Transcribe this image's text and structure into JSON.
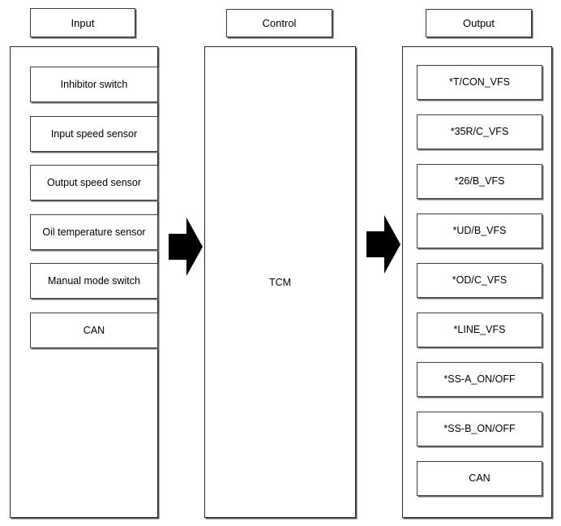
{
  "diagram": {
    "title": "TCM Input / Control / Output block diagram",
    "stroke_color": "#2a2a2a",
    "arrow_color": "#000000",
    "background_color": "#ffffff"
  },
  "columns": {
    "input": {
      "header": "Input",
      "items": [
        "Inhibitor switch",
        "Input speed sensor",
        "Output speed sensor",
        "Oil temperature sensor",
        "Manual mode switch",
        "CAN"
      ]
    },
    "control": {
      "header": "Control",
      "label": "TCM",
      "items": []
    },
    "output": {
      "header": "Output",
      "items": [
        "*T/CON_VFS",
        "*35R/C_VFS",
        "*26/B_VFS",
        "*UD/B_VFS",
        "*OD/C_VFS",
        "*LINE_VFS",
        "*SS-A_ON/OFF",
        "*SS-B_ON/OFF",
        "CAN"
      ]
    }
  },
  "arrows": [
    {
      "name": "input-to-control-arrow",
      "direction": "right"
    },
    {
      "name": "control-to-output-arrow",
      "direction": "right"
    }
  ]
}
